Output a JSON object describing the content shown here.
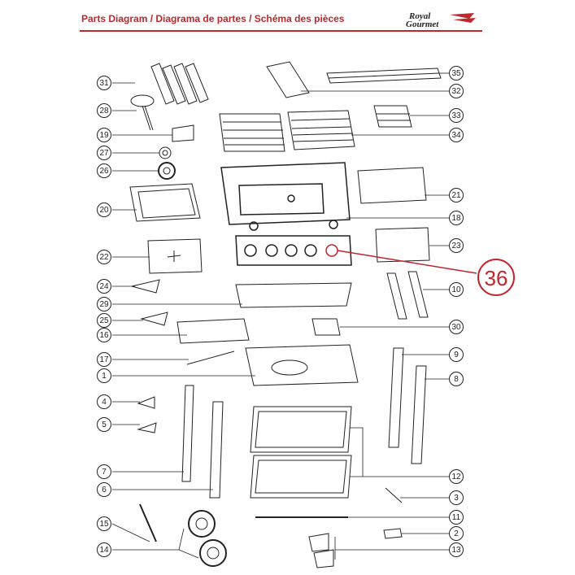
{
  "header": {
    "title": "Parts Diagram / Diagrama de partes / Schéma des pièces",
    "brand_line1": "Royal",
    "brand_line2": "Gourmet",
    "accent_color": "#c0272d"
  },
  "callouts": {
    "p1": "1",
    "p2": "2",
    "p3": "3",
    "p4": "4",
    "p5": "5",
    "p6": "6",
    "p7": "7",
    "p8": "8",
    "p9": "9",
    "p10": "10",
    "p11": "11",
    "p12": "12",
    "p13": "13",
    "p14": "14",
    "p15": "15",
    "p16": "16",
    "p17": "17",
    "p18": "18",
    "p19": "19",
    "p20": "20",
    "p21": "21",
    "p22": "22",
    "p23": "23",
    "p24": "24",
    "p25": "25",
    "p26": "26",
    "p27": "27",
    "p28": "28",
    "p29": "29",
    "p30": "30",
    "p31": "31",
    "p32": "32",
    "p33": "33",
    "p34": "34",
    "p35": "35",
    "p36": "36"
  }
}
